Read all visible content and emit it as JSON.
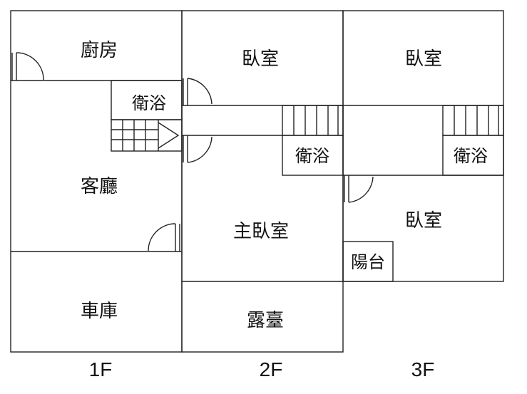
{
  "floors": {
    "f1": {
      "label": "1F",
      "rooms": {
        "kitchen": "廚房",
        "bath": "衛浴",
        "living": "客廳",
        "garage": "車庫"
      }
    },
    "f2": {
      "label": "2F",
      "rooms": {
        "bedroom": "臥室",
        "bath": "衛浴",
        "master": "主臥室",
        "terrace": "露臺"
      }
    },
    "f3": {
      "label": "3F",
      "rooms": {
        "bedroom_top": "臥室",
        "bath": "衛浴",
        "bedroom_bottom": "臥室",
        "balcony": "陽台"
      }
    }
  },
  "colors": {
    "line": "#222222",
    "background": "#ffffff",
    "text": "#111111"
  }
}
